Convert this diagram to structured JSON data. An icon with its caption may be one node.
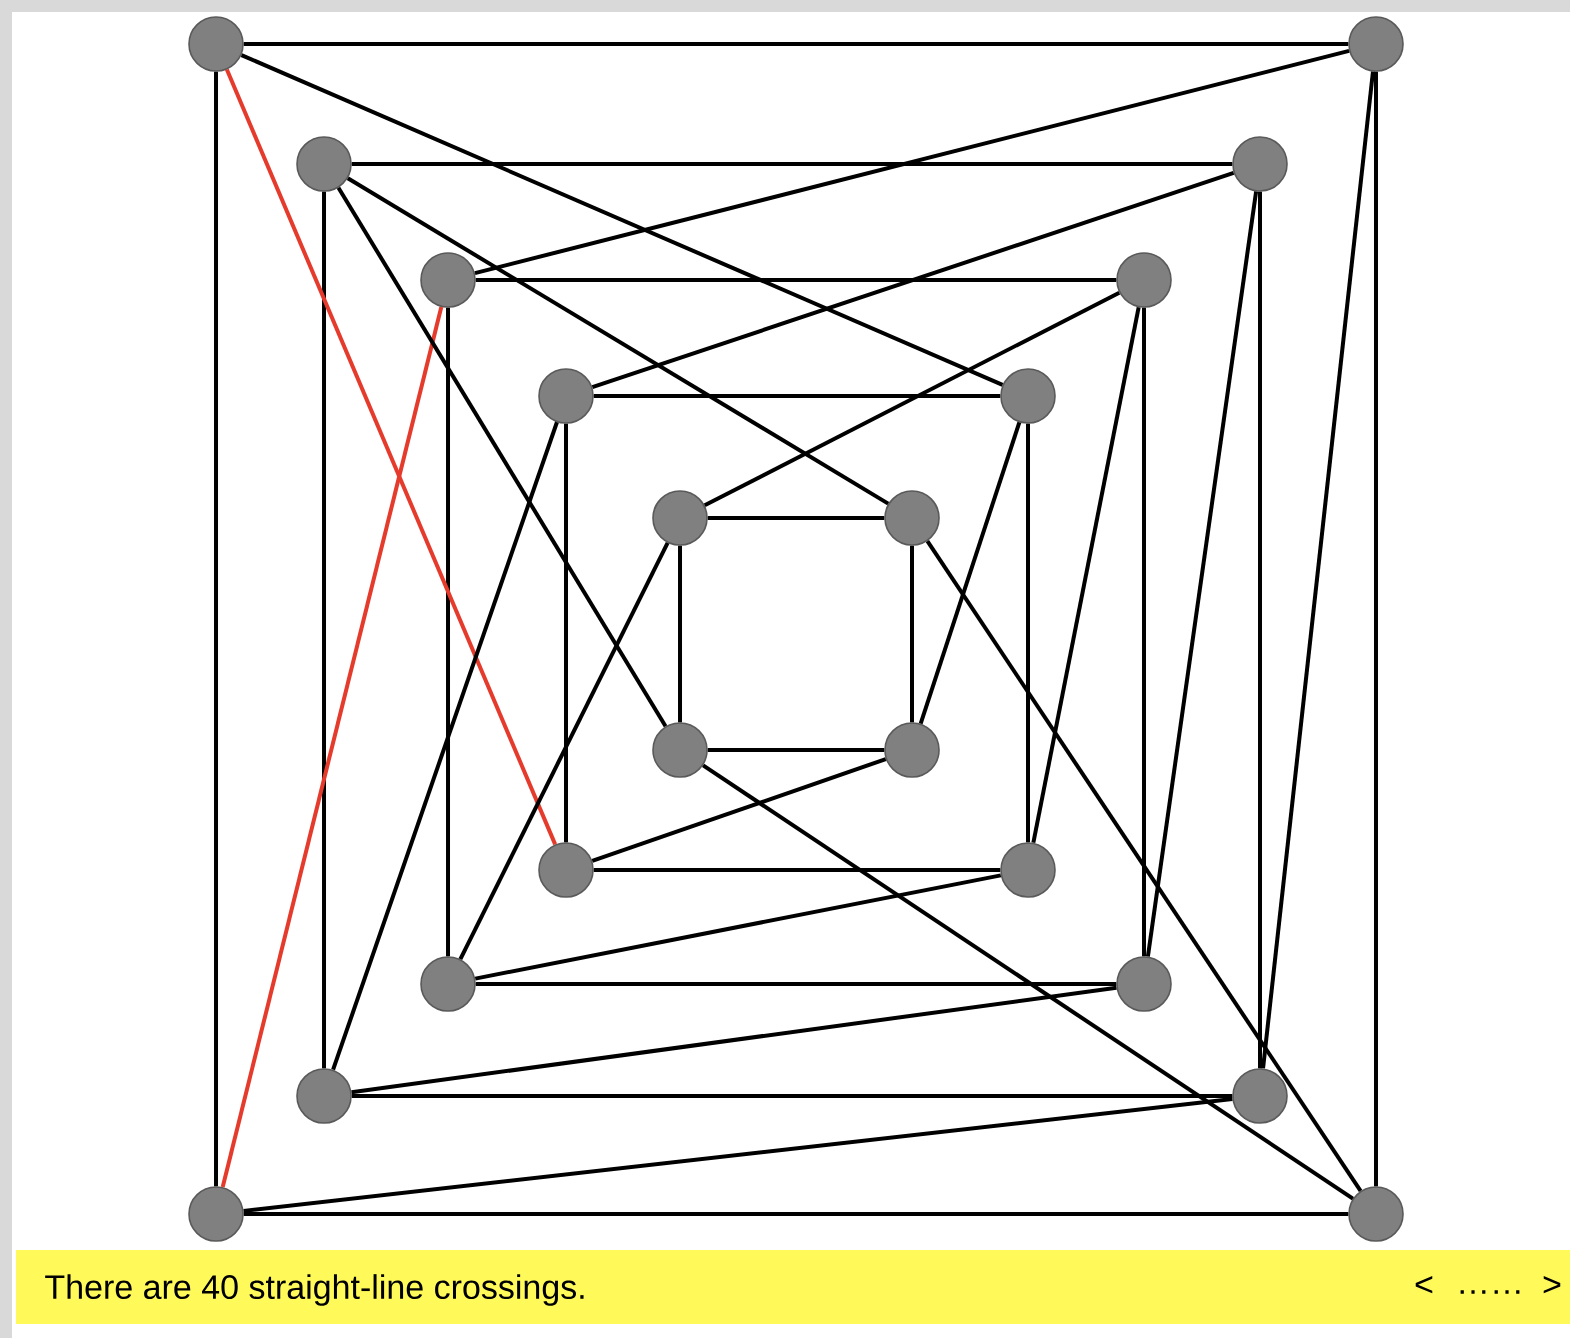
{
  "diagram": {
    "nodes": [
      {
        "text": [],
        "shape": "circle"
      },
      {
        "text": [],
        "shape": "circle"
      },
      {
        "text": [],
        "shape": "circle"
      },
      {
        "text": [],
        "shape": "circle"
      },
      {
        "text": [],
        "shape": "circle"
      },
      {
        "text": [],
        "shape": "circle"
      },
      {
        "text": [],
        "shape": "circle"
      },
      {
        "text": [],
        "shape": "circle"
      },
      {
        "text": [],
        "shape": "circle"
      },
      {
        "text": [],
        "shape": "circle"
      },
      {
        "text": [],
        "shape": "circle"
      },
      {
        "text": [],
        "shape": "circle"
      },
      {
        "text": [],
        "shape": "circle"
      },
      {
        "text": [],
        "shape": "circle"
      },
      {
        "text": [],
        "shape": "circle"
      },
      {
        "text": [],
        "shape": "circle"
      },
      {
        "text": [],
        "shape": "circle"
      },
      {
        "text": [],
        "shape": "circle"
      },
      {
        "text": [],
        "shape": "circle"
      },
      {
        "text": [],
        "shape": "circle"
      }
    ],
    "edges": [
      {
        "from": 0,
        "to": 1,
        "arrow": "none"
      },
      {
        "from": 0,
        "to": 18,
        "arrow": "none"
      },
      {
        "from": 18,
        "to": 19,
        "arrow": "none"
      },
      {
        "from": 1,
        "to": 19,
        "arrow": "none"
      },
      {
        "from": 2,
        "to": 3,
        "arrow": "none"
      },
      {
        "from": 2,
        "to": 16,
        "arrow": "none"
      },
      {
        "from": 16,
        "to": 17,
        "arrow": "none"
      },
      {
        "from": 3,
        "to": 17,
        "arrow": "none"
      },
      {
        "from": 4,
        "to": 5,
        "arrow": "none"
      },
      {
        "from": 4,
        "to": 14,
        "arrow": "none"
      },
      {
        "from": 14,
        "to": 15,
        "arrow": "none"
      },
      {
        "from": 5,
        "to": 15,
        "arrow": "none"
      },
      {
        "from": 6,
        "to": 7,
        "arrow": "none"
      },
      {
        "from": 6,
        "to": 12,
        "arrow": "none"
      },
      {
        "from": 12,
        "to": 13,
        "arrow": "none"
      },
      {
        "from": 7,
        "to": 13,
        "arrow": "none"
      },
      {
        "from": 8,
        "to": 9,
        "arrow": "none"
      },
      {
        "from": 8,
        "to": 10,
        "arrow": "none"
      },
      {
        "from": 10,
        "to": 11,
        "arrow": "none"
      },
      {
        "from": 9,
        "to": 11,
        "arrow": "none"
      },
      {
        "from": 0,
        "to": 7,
        "arrow": "none"
      },
      {
        "from": 0,
        "to": 12,
        "arrow": "none",
        "color": "#e53b2c"
      },
      {
        "from": 1,
        "to": 4,
        "arrow": "none"
      },
      {
        "from": 1,
        "to": 17,
        "arrow": "none"
      },
      {
        "from": 4,
        "to": 18,
        "arrow": "none",
        "color": "#e53b2c"
      },
      {
        "from": 18,
        "to": 17,
        "arrow": "none"
      },
      {
        "from": 19,
        "to": 9,
        "arrow": "none"
      },
      {
        "from": 19,
        "to": 10,
        "arrow": "none"
      },
      {
        "from": 2,
        "to": 9,
        "arrow": "none"
      },
      {
        "from": 2,
        "to": 10,
        "arrow": "none"
      },
      {
        "from": 3,
        "to": 6,
        "arrow": "none"
      },
      {
        "from": 3,
        "to": 15,
        "arrow": "none"
      },
      {
        "from": 16,
        "to": 6,
        "arrow": "none"
      },
      {
        "from": 16,
        "to": 15,
        "arrow": "none"
      },
      {
        "from": 5,
        "to": 8,
        "arrow": "none"
      },
      {
        "from": 5,
        "to": 13,
        "arrow": "none"
      },
      {
        "from": 14,
        "to": 8,
        "arrow": "none"
      },
      {
        "from": 14,
        "to": 13,
        "arrow": "none"
      },
      {
        "from": 7,
        "to": 11,
        "arrow": "none"
      },
      {
        "from": 12,
        "to": 11,
        "arrow": "none"
      }
    ],
    "labels": [
      "There are 40 straight-line crossings.",
      "<",
      "……",
      ">"
    ]
  }
}
